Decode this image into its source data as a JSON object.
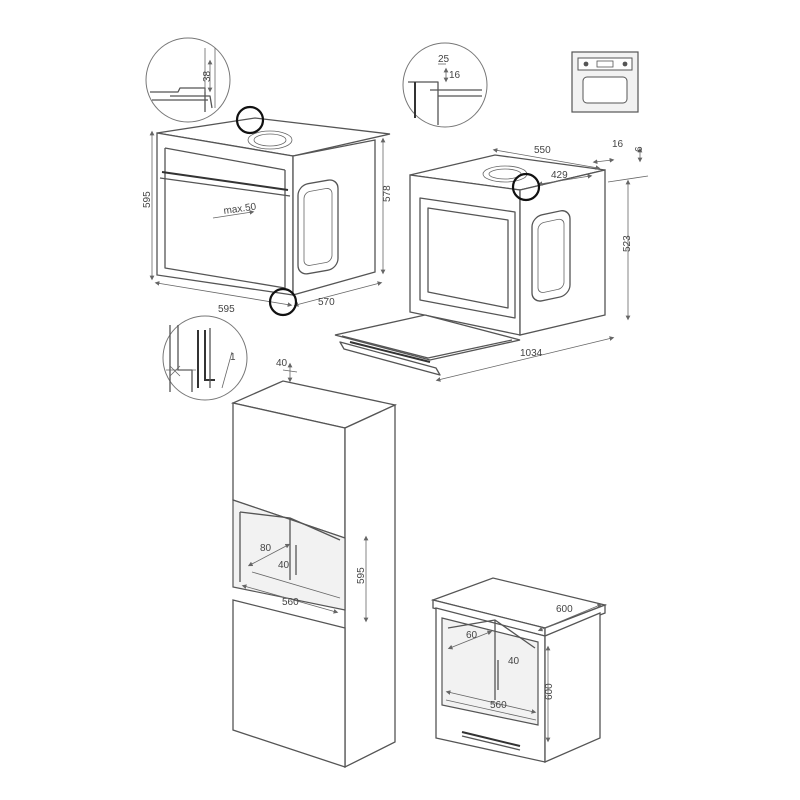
{
  "diagram": {
    "oven_front": {
      "width": "595",
      "height": "595",
      "depth": "570",
      "side_height": "578",
      "handle_note": "max.50"
    },
    "oven_open": {
      "width": "550",
      "inner_width": "429",
      "offset": "16",
      "top_gap": "6",
      "height": "523",
      "total_depth": "1034"
    },
    "detail_top_left": {
      "value": "38"
    },
    "detail_top_right": {
      "value_a": "25",
      "value_b": "16"
    },
    "detail_bottom_left": {
      "value": "1"
    },
    "tall_cabinet": {
      "top_gap": "40",
      "vent": "80",
      "vent_width": "40",
      "opening_width": "560",
      "opening_height": "595"
    },
    "base_cabinet": {
      "depth": "600",
      "vent": "60",
      "vent_width": "40",
      "opening_width": "560",
      "opening_height": "600"
    }
  }
}
